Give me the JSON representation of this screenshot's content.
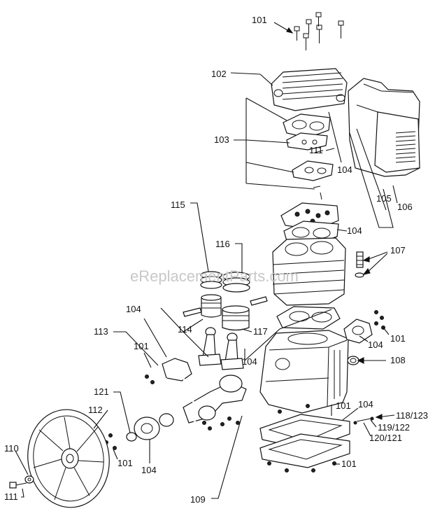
{
  "watermark": "eReplacementParts.com",
  "labels": {
    "l101a": "101",
    "l102": "102",
    "l103": "103",
    "l111a": "111",
    "l104a": "104",
    "l105": "105",
    "l106": "106",
    "l115": "115",
    "l104b": "104",
    "l116": "116",
    "l107": "107",
    "l104c": "104",
    "l114": "114",
    "l117": "117",
    "l113": "113",
    "l101b": "101",
    "l104d": "104",
    "l104e": "104",
    "l101c": "101",
    "l108": "108",
    "l121": "121",
    "l112": "112",
    "l101d": "101",
    "l104f": "104",
    "l101e": "101",
    "l118": "118/123",
    "l119": "119/122",
    "l120": "120/121",
    "l110": "110",
    "l111b": "111",
    "l101f": "101",
    "l109": "109"
  }
}
